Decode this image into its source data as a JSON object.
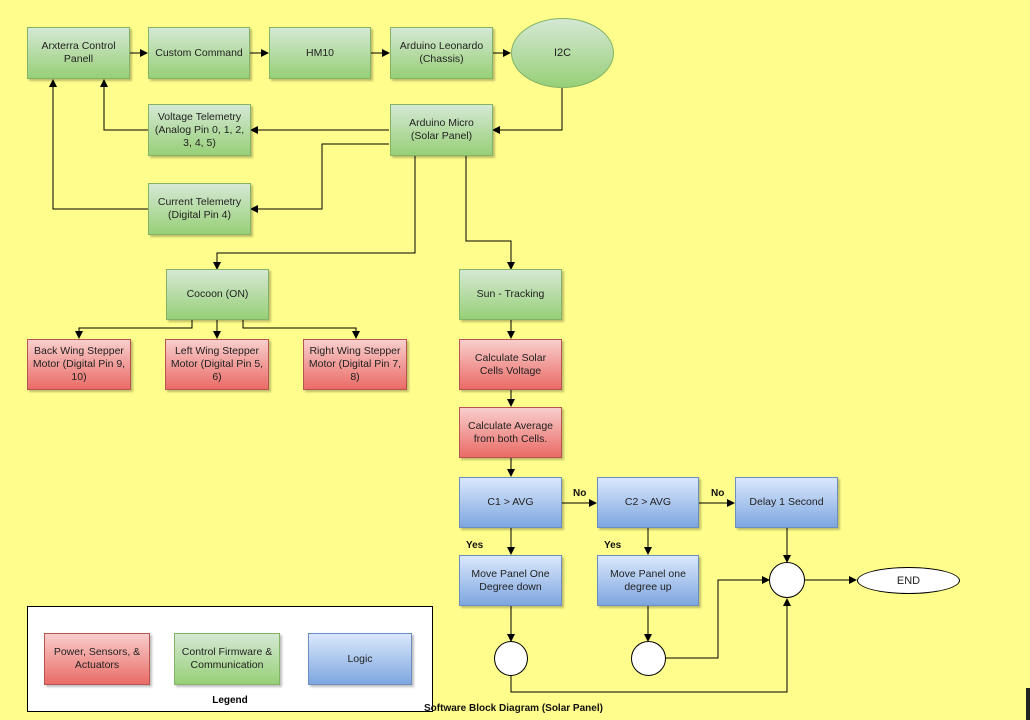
{
  "nodes": {
    "arxterra": "Arxterra Control Panell",
    "custom_command": "Custom Command",
    "hm10": "HM10",
    "leonardo": "Arduino Leonardo (Chassis)",
    "i2c": "I2C",
    "voltage_telemetry": "Voltage Telemetry (Analog Pin 0, 1, 2, 3, 4, 5)",
    "arduino_micro": "Arduino Micro (Solar Panel)",
    "current_telemetry": "Current Telemetry (Digital Pin 4)",
    "cocoon": "Cocoon (ON)",
    "sun_tracking": "Sun - Tracking",
    "back_wing": "Back Wing Stepper Motor (Digital Pin 9, 10)",
    "left_wing": "Left Wing Stepper Motor (Digital Pin 5, 6)",
    "right_wing": "Right Wing Stepper Motor (Digital Pin 7, 8)",
    "calc_voltage": "Calculate Solar Cells Voltage",
    "calc_average": "Calculate Average from both Cells.",
    "c1_avg": "C1 > AVG",
    "c2_avg": "C2 > AVG",
    "delay": "Delay 1 Second",
    "move_down": "Move Panel One Degree down",
    "move_up": "Move Panel one degree up",
    "end": "END"
  },
  "edge_labels": {
    "no1": "No",
    "no2": "No",
    "yes1": "Yes",
    "yes2": "Yes"
  },
  "legend": {
    "title": "Legend",
    "power": "Power, Sensors, & Actuators",
    "control": "Control Firmware & Communication",
    "logic": "Logic"
  },
  "caption": "Software Block Diagram (Solar Panel)",
  "colors": {
    "background": "#fffe8c",
    "green": "#97d077",
    "red": "#ea6b66",
    "blue": "#7ea6e0"
  }
}
